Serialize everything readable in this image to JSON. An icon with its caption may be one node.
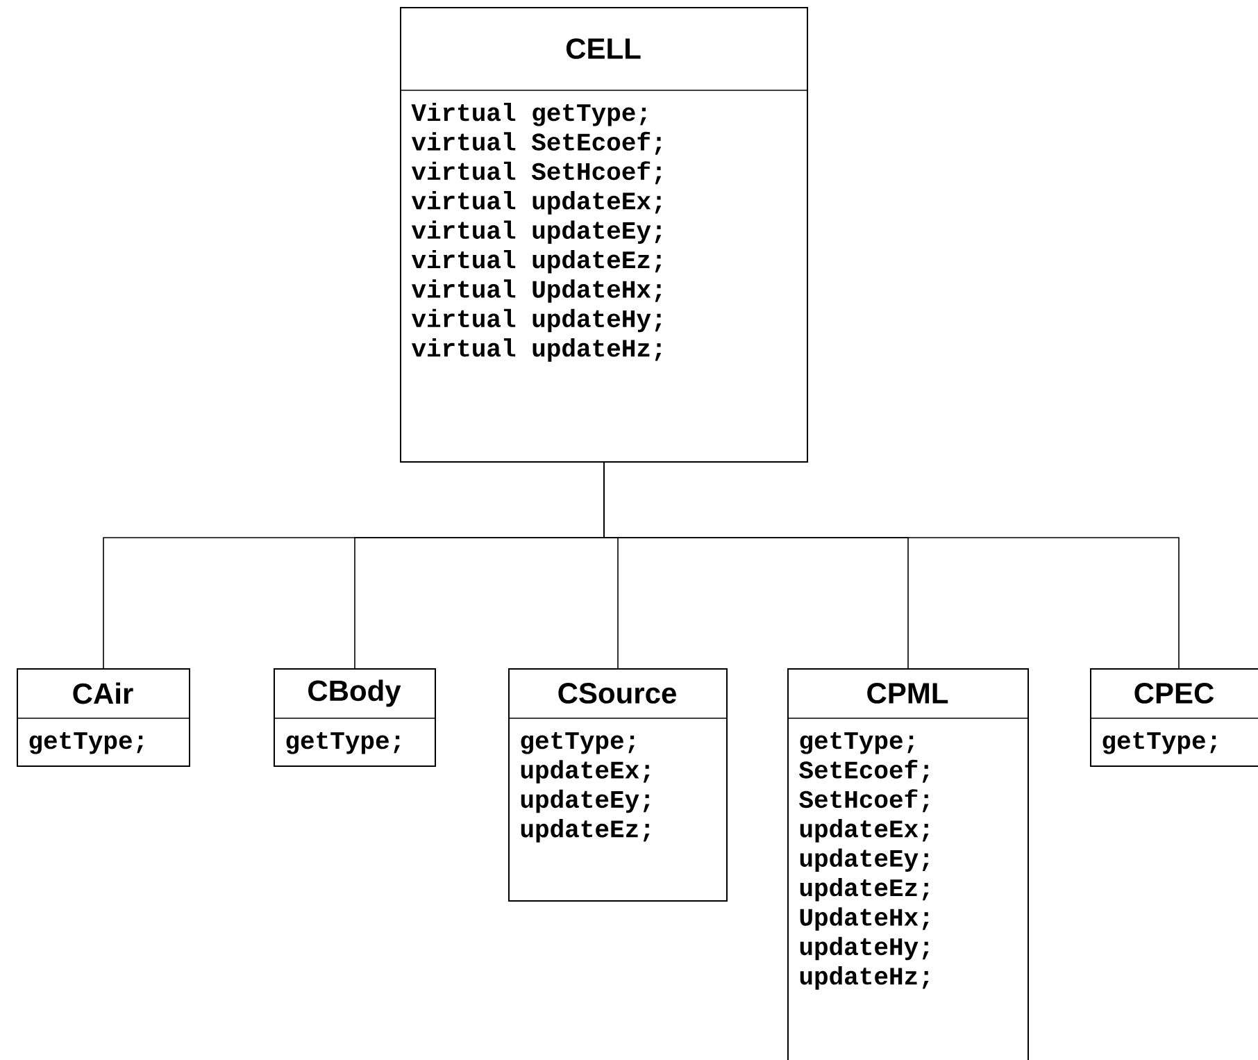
{
  "diagram": {
    "nodes": [
      {
        "text": [
          "CELL",
          "Virtual getType;",
          "virtual SetEcoef;",
          "virtual SetHcoef;",
          "virtual updateEx;",
          "virtual updateEy;",
          "virtual updateEz;",
          "virtual UpdateHx;",
          "virtual updateHy;",
          "virtual updateHz;"
        ]
      },
      {
        "text": [
          "CAir",
          "getType;"
        ]
      },
      {
        "text": [
          "CBody",
          "getType;"
        ]
      },
      {
        "text": [
          "CSource",
          "getType;",
          "updateEx;",
          "updateEy;",
          "updateEz;"
        ]
      },
      {
        "text": [
          "CPML",
          "getType;",
          "SetEcoef;",
          "SetHcoef;",
          "updateEx;",
          "updateEy;",
          "updateEz;",
          "UpdateHx;",
          "updateHy;",
          "updateHz;"
        ]
      },
      {
        "text": [
          "CPEC",
          "getType;"
        ]
      }
    ],
    "edges": [
      {
        "from": 0,
        "to": 1,
        "arrow": "none"
      },
      {
        "from": 0,
        "to": 2,
        "arrow": "none"
      },
      {
        "from": 0,
        "to": 3,
        "arrow": "none"
      },
      {
        "from": 0,
        "to": 4,
        "arrow": "none"
      },
      {
        "from": 0,
        "to": 5,
        "arrow": "none"
      }
    ]
  }
}
